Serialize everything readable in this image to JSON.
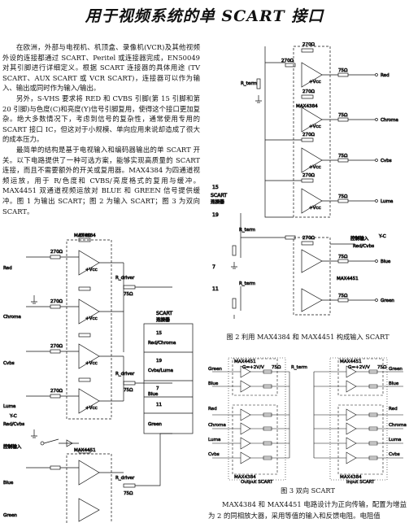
{
  "article": {
    "title": "用于视频系统的单 SCART 接口",
    "paragraphs": [
      "在欧洲，外部与电视机、机顶盒、录像机(VCR)及其他视频外设的连接都通过 SCART、Peritel 或连接器完成，EN50049 对其引脚进行详细定义。根据 SCART 连接器的具体用途 (TV SCART、AUX SCART 或 VCR SCART)，连接器可以作为输入、输出或同时作为输入/输出。",
      "另外，S-VHS 要求将 RED 和 CVBS 引脚(第 15 引脚和第 20 引脚)与色度(C)和亮度(Y)信号引脚复用，使得这个接口更加复杂。绝大多数情况下，考虑到信号的复杂性，通常使用专用的 SCART 接口 IC，但这对于小规模、单向应用来说却造成了很大的成本压力。",
      "最简单的结构是基于电视输入和编码器输出的单 SCART 开关。以下电路提供了一种可选方案，能够实现高质量的 SCART 连接，而且不需要额外的开关或复用器。MAX4384 为四通道视频运放，用于 R/色度和 CVBS/亮度格式的复用与缓冲。MAX4451 双通道视频运放对 BLUE 和 GREEN 信号提供缓冲。图 1 为输出 SCART；图 2 为输入 SCART；图 3 为双向 SCART。"
    ],
    "tail": "MAX4384 和 MAX4451 电路设计为正向传输，配置为增益为 2 的同相放大器，采用等值的输入和反馈电阻。电阻值"
  },
  "fig1": {
    "ic_top": "MAX4384",
    "ic_bottom": "MAX4451",
    "r270": "270Ω",
    "r75": "75Ω",
    "rdriver": "R_driver",
    "vcc": "+Vcc",
    "inputs": [
      "Red",
      "Chroma",
      "Cvbs",
      "Luma",
      "Y-C",
      "Red/Cvbs",
      "Blue",
      "Green"
    ],
    "ctrl": "控制输入",
    "scart_title": "SCART",
    "scart_sub": "连接器",
    "pins": [
      "15",
      "19",
      "7",
      "11"
    ],
    "pin_labels": [
      "Red/Chroma",
      "Cvbs/Luma",
      "Blue",
      "Green"
    ]
  },
  "fig2": {
    "ic_top": "MAX4384",
    "ic_bottom": "MAX4451",
    "r270": "270Ω",
    "r75": "75Ω",
    "rterm": "R_term",
    "vcc": "+Vcc",
    "outputs": [
      "Red",
      "Chroma",
      "Cvbs",
      "Luma",
      "Blue",
      "Green"
    ],
    "scart_title": "SCART",
    "scart_sub": "连接器",
    "pins": [
      "15",
      "19",
      "7",
      "11"
    ],
    "ctrl": "控制输入",
    "ctrl_sub": "Y-C",
    "ctrl_sub2": "Red/Cvbs",
    "caption": "图 2 利用 MAX4384 和 MAX4451 构成输入 SCART"
  },
  "fig3": {
    "ic_left_top": "MAX4451",
    "ic_left_bottom": "MAX4384",
    "ic_right_top": "MAX4451",
    "ic_right_bottom": "MAX4384",
    "gain": "G=+2V/V",
    "r75": "75Ω",
    "rterm": "R_term",
    "labels_left": [
      "Green",
      "Blue",
      "Red",
      "Chroma",
      "Luma",
      "Cvbs"
    ],
    "labels_right": [
      "Green",
      "Blue",
      "Red",
      "Chroma",
      "Luma",
      "Cvbs"
    ],
    "output_scart": "Output SCART",
    "input_scart": "Input SCART",
    "caption": "图 3 双向 SCART"
  }
}
